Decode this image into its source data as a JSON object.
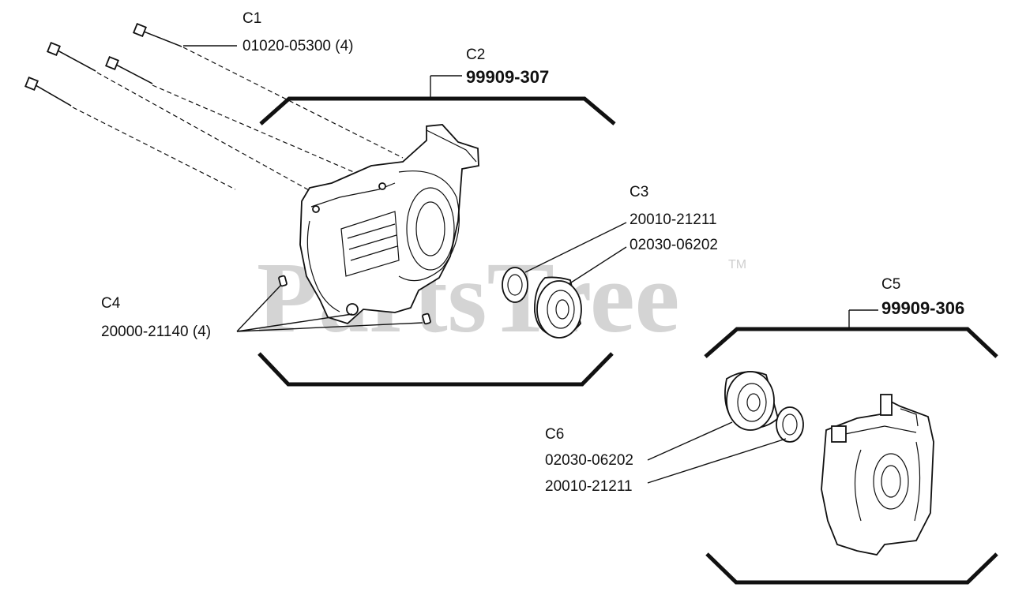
{
  "watermark": {
    "text": "PartsTree",
    "trademark": "TM"
  },
  "callouts": {
    "c1": {
      "code": "C1",
      "part": "01020-05300 (4)"
    },
    "c2": {
      "code": "C2",
      "part": "99909-307"
    },
    "c3": {
      "code": "C3",
      "parts": [
        "20010-21211",
        "02030-06202"
      ]
    },
    "c4": {
      "code": "C4",
      "part": "20000-21140 (4)"
    },
    "c5": {
      "code": "C5",
      "part": "99909-306"
    },
    "c6": {
      "code": "C6",
      "parts": [
        "02030-06202",
        "20010-21211"
      ]
    }
  }
}
